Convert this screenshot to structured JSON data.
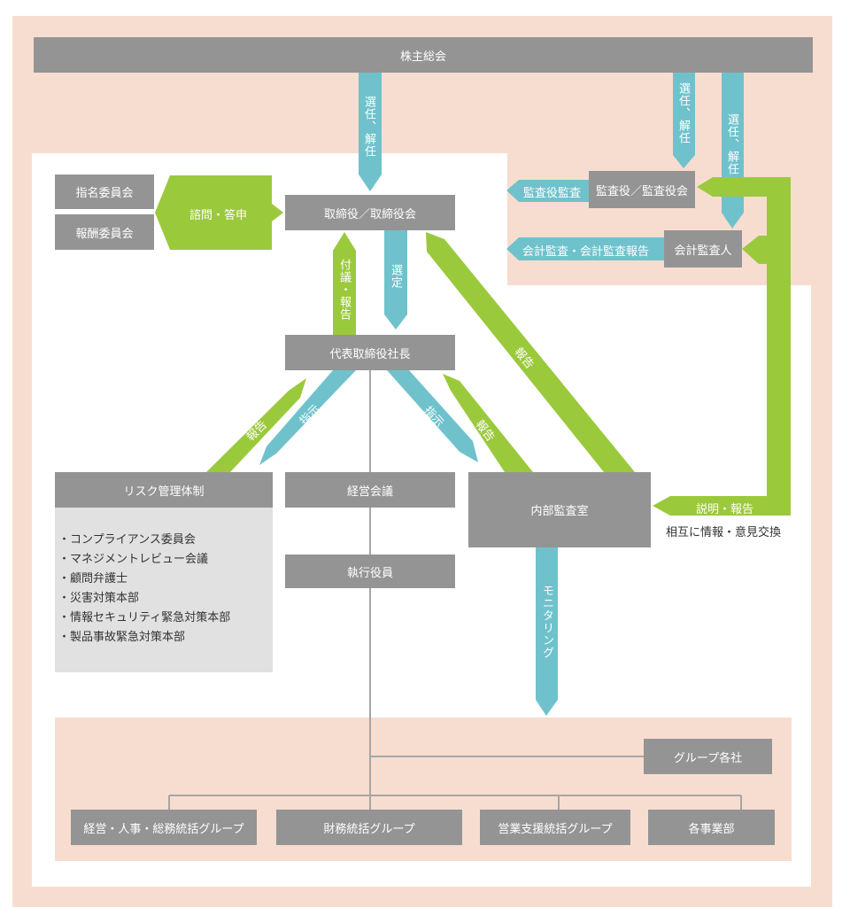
{
  "colors": {
    "background_band": "#f7ddd0",
    "box_gray": "#949494",
    "arrow_blue": "#6fc2cc",
    "arrow_green": "#9bc93c",
    "line_gray": "#a6a6a6",
    "list_bg": "#e1e1e1"
  },
  "nodes": {
    "shareholders": "株主総会",
    "nomination": "指名委員会",
    "compensation": "報酬委員会",
    "board": "取締役／取締役会",
    "auditors": "監査役／監査役会",
    "accounting_auditor": "会計監査人",
    "president": "代表取締役社長",
    "risk": "リスク管理体制",
    "management_meeting": "経営会議",
    "executive_officers": "執行役員",
    "internal_audit": "内部監査室",
    "group_companies": "グループ各社",
    "group_hr": "経営・人事・総務統括グループ",
    "group_finance": "財務統括グループ",
    "group_sales": "営業支援統括グループ",
    "divisions": "各事業部"
  },
  "risk_items": [
    "・コンプライアンス委員会",
    "・マネジメントレビュー会議",
    "・顧問弁護士",
    "・災害対策本部",
    "・情報セキュリティ緊急対策本部",
    "・製品事故緊急対策本部"
  ],
  "labels": {
    "elect_dismiss": "選任、解任",
    "consult_report": "諮問・答申",
    "audit_by_auditors": "監査役監査",
    "accounting_audit": "会計監査・会計監査報告",
    "submit_report": "付議・報告",
    "appoint": "選定",
    "report": "報告",
    "instruct": "指示",
    "monitoring": "モニタリング",
    "explain_report": "説明・報告",
    "mutual_exchange": "相互に情報・意見交換"
  }
}
